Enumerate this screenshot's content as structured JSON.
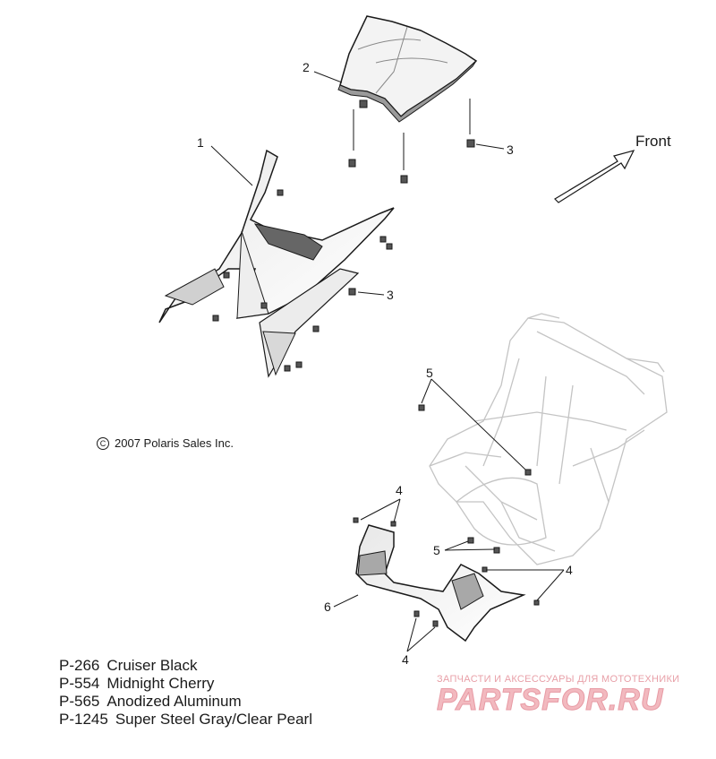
{
  "callouts": {
    "c1": "1",
    "c2": "2",
    "c3a": "3",
    "c3b": "3",
    "c4a": "4",
    "c4b": "4",
    "c4c": "4",
    "c5a": "5",
    "c5b": "5",
    "c6": "6"
  },
  "direction_label": "Front",
  "copyright": "2007 Polaris Sales Inc.",
  "copyright_symbol": "C",
  "legend": [
    {
      "code": "P-266",
      "name": "Cruiser Black"
    },
    {
      "code": "P-554",
      "name": "Midnight Cherry"
    },
    {
      "code": "P-565",
      "name": "Anodized Aluminum"
    },
    {
      "code": "P-1245",
      "name": "Super Steel Gray/Clear Pearl"
    }
  ],
  "watermark": {
    "caption": "ЗАПЧАСТИ И АКСЕССУАРЫ ДЛЯ МОТОТЕХНИКИ",
    "logo": "PARTSFOR.RU"
  },
  "colors": {
    "line": "#1a1a1a",
    "frame": "#c4c4c4",
    "watermark": "#f2b9bf"
  }
}
